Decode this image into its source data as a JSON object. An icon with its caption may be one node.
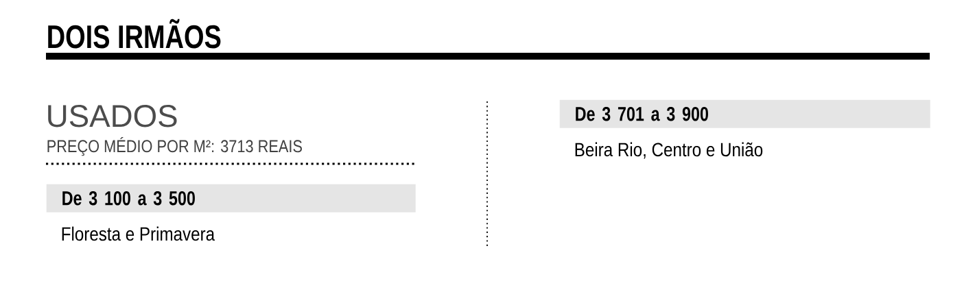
{
  "diagram": {
    "title": "DOIS IRMÃOS",
    "nodes": [
      {
        "text": [
          "De 3 100 a 3 500"
        ],
        "beside": [
          "Floresta e Primavera"
        ]
      },
      {
        "text": [
          "De 3 701 a 3 900"
        ],
        "beside": [
          "Beira Rio, Centro e União"
        ]
      }
    ],
    "labels": [
      "USADOS",
      "PREÇO MÉDIO POR M²: 3713 REAIS"
    ]
  }
}
